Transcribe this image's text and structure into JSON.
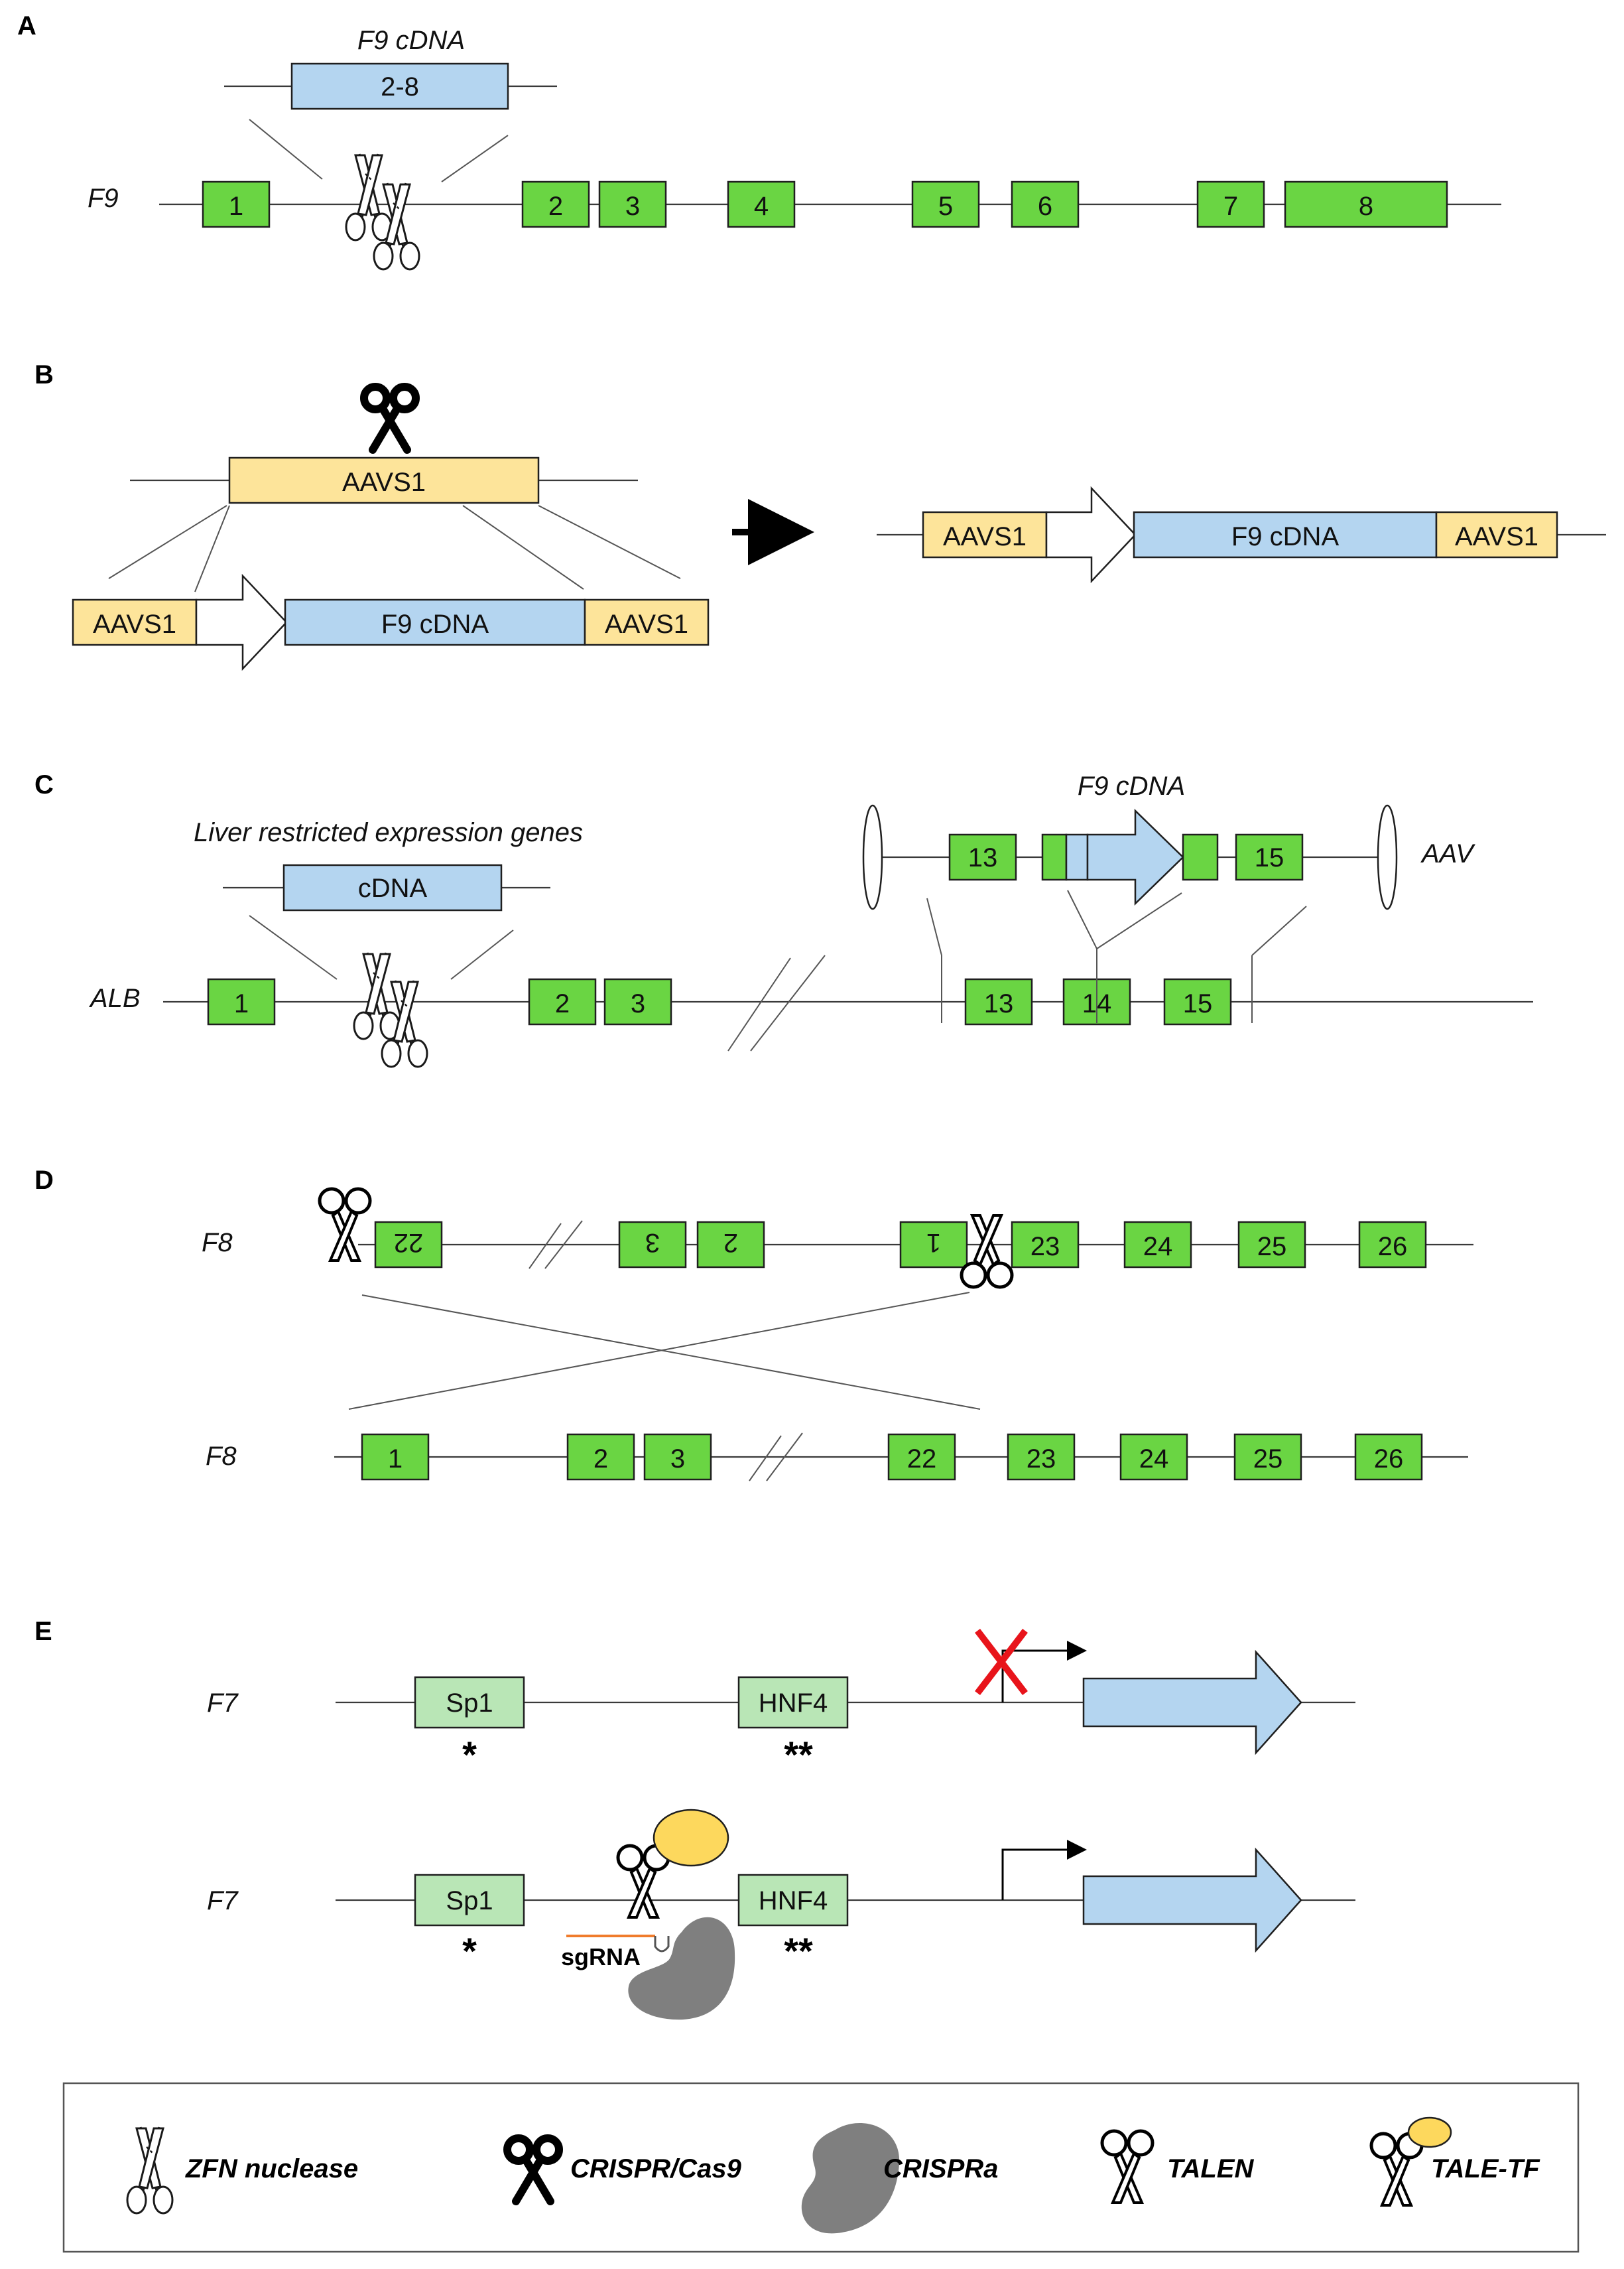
{
  "colors": {
    "exon": "#6ad543",
    "cdna": "#b4d5f0",
    "aavs1": "#fde49a",
    "promoter_box": "#b9e6b6",
    "tale_tf_domain": "#fdd85d",
    "crispra": "#7f7f7f",
    "blocked_mark": "#e8141b",
    "sgrna": "#f07c2c"
  },
  "icons": [
    "zfn-scissors-icon",
    "crispr-cas9-scissors-icon",
    "talen-scissors-icon",
    "tale-tf-icon",
    "crispra-blob-icon",
    "promoter-arrow-icon",
    "red-cross-icon"
  ],
  "panel_a": {
    "letter": "A",
    "gene": "F9",
    "cdna_title": "F9 cDNA",
    "cdna_label": "2-8",
    "exons": [
      "1",
      "2",
      "3",
      "4",
      "5",
      "6",
      "7",
      "8"
    ]
  },
  "panel_b": {
    "letter": "B",
    "target_label": "AAVS1",
    "donor_left": "AAVS1",
    "donor_cdna": "F9 cDNA",
    "donor_right": "AAVS1",
    "result_left": "AAVS1",
    "result_cdna": "F9 cDNA",
    "result_right": "AAVS1"
  },
  "panel_c": {
    "letter": "C",
    "gene": "ALB",
    "liver_title": "Liver restricted expression genes",
    "cdna_label": "cDNA",
    "aav_title": "F9 cDNA",
    "aav_label": "AAV",
    "aav_exons": [
      "13",
      "15"
    ],
    "exons": [
      "1",
      "2",
      "3",
      "13",
      "14",
      "15"
    ]
  },
  "panel_d": {
    "letter": "D",
    "gene_top": "F8",
    "gene_bottom": "F8",
    "top_exons": [
      "22",
      "3",
      "2",
      "1",
      "23",
      "24",
      "25",
      "26"
    ],
    "bottom_exons": [
      "1",
      "2",
      "3",
      "22",
      "23",
      "24",
      "25",
      "26"
    ]
  },
  "panel_e": {
    "letter": "E",
    "gene_top": "F7",
    "gene_bottom": "F7",
    "sp1": "Sp1",
    "hnf4": "HNF4",
    "sp1_mark": "*",
    "hnf4_mark": "**",
    "sgrna": "sgRNA"
  },
  "legend": {
    "zfn": "ZFN nuclease",
    "cas9": "CRISPR/Cas9",
    "crispra": "CRISPRa",
    "talen": "TALEN",
    "tale_tf": "TALE-TF"
  }
}
